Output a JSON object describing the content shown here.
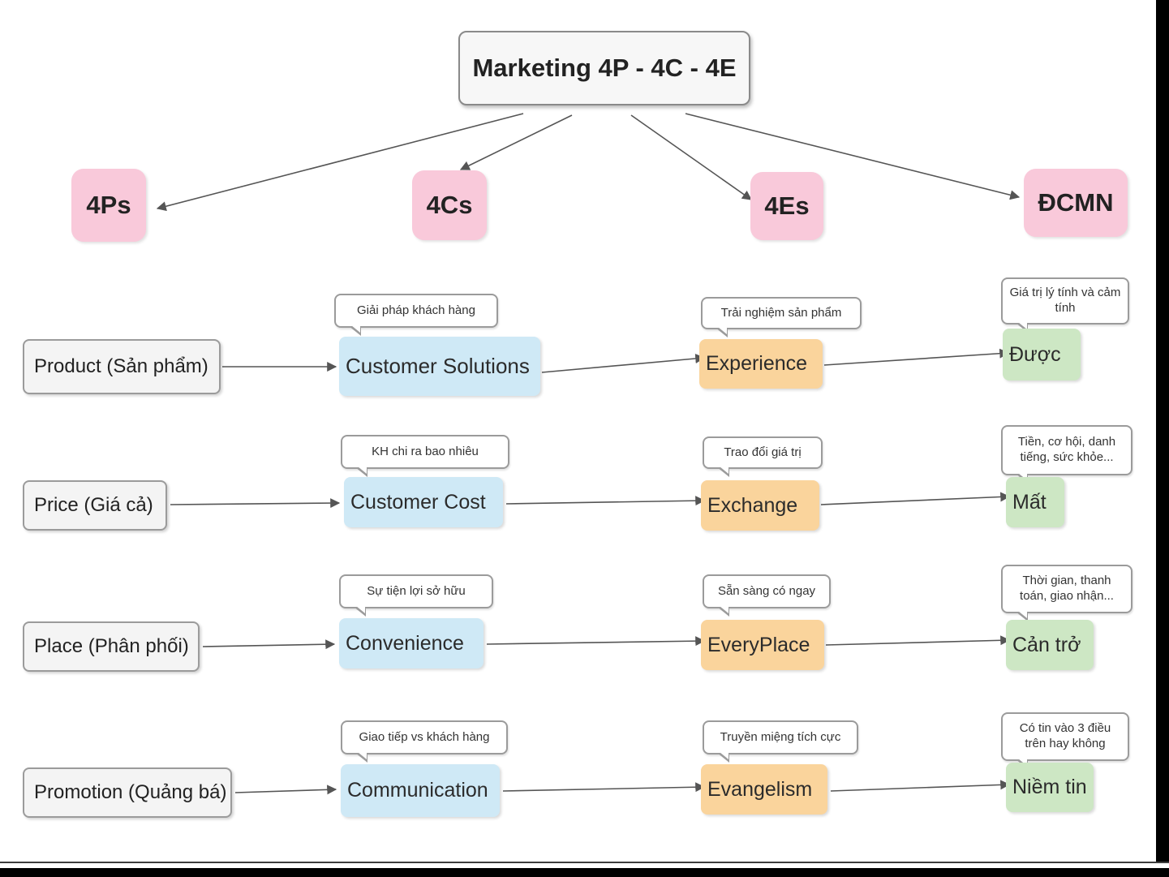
{
  "title": {
    "label": "Marketing 4P - 4C - 4E"
  },
  "columns": {
    "p": "4Ps",
    "c": "4Cs",
    "e": "4Es",
    "d": "ĐCMN"
  },
  "rows": [
    {
      "p": "Product (Sản phẩm)",
      "c_note": "Giải pháp khách hàng",
      "c": "Customer Solutions",
      "e_note": "Trải nghiệm sản phẩm",
      "e": "Experience",
      "d_note": "Giá trị lý tính và cảm tính",
      "d": "Được"
    },
    {
      "p": "Price (Giá cả)",
      "c_note": "KH chi ra bao nhiêu",
      "c": "Customer Cost",
      "e_note": "Trao đổi giá trị",
      "e": "Exchange",
      "d_note": "Tiền, cơ hội, danh tiếng, sức khỏe...",
      "d": "Mất"
    },
    {
      "p": "Place (Phân phối)",
      "c_note": "Sự tiện lợi sở hữu",
      "c": "Convenience",
      "e_note": "Sẵn sàng có ngay",
      "e": "EveryPlace",
      "d_note": "Thời gian, thanh toán, giao nhận...",
      "d": "Cản trở"
    },
    {
      "p": "Promotion (Quảng bá)",
      "c_note": "Giao tiếp vs khách hàng",
      "c": "Communication",
      "e_note": "Truyền miệng tích cực",
      "e": "Evangelism",
      "d_note": "Có tin vào 3 điều trên hay không",
      "d": "Niềm tin"
    }
  ],
  "colors": {
    "pink": "#f9c9da",
    "blue": "#cfe9f6",
    "orange": "#fad49c",
    "green": "#cde7c4",
    "gray_box": "#f4f4f4",
    "arrow": "#555555"
  }
}
